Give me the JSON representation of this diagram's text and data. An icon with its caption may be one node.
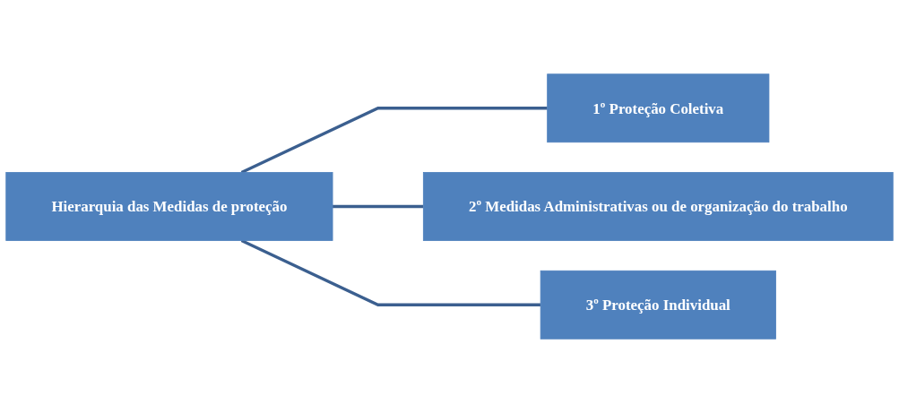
{
  "diagram": {
    "nodes": [
      {
        "text": [
          "Hierarquia das Medidas de proteção"
        ]
      },
      {
        "text": [
          "1º Proteção Coletiva"
        ]
      },
      {
        "text": [
          "2º Medidas Administrativas ou de organização do trabalho"
        ]
      },
      {
        "text": [
          "3º Proteção Individual"
        ]
      }
    ],
    "edges": [
      {
        "from": 0,
        "to": 1,
        "arrow": "none"
      },
      {
        "from": 0,
        "to": 2,
        "arrow": "none"
      },
      {
        "from": 0,
        "to": 3,
        "arrow": "none"
      }
    ]
  }
}
